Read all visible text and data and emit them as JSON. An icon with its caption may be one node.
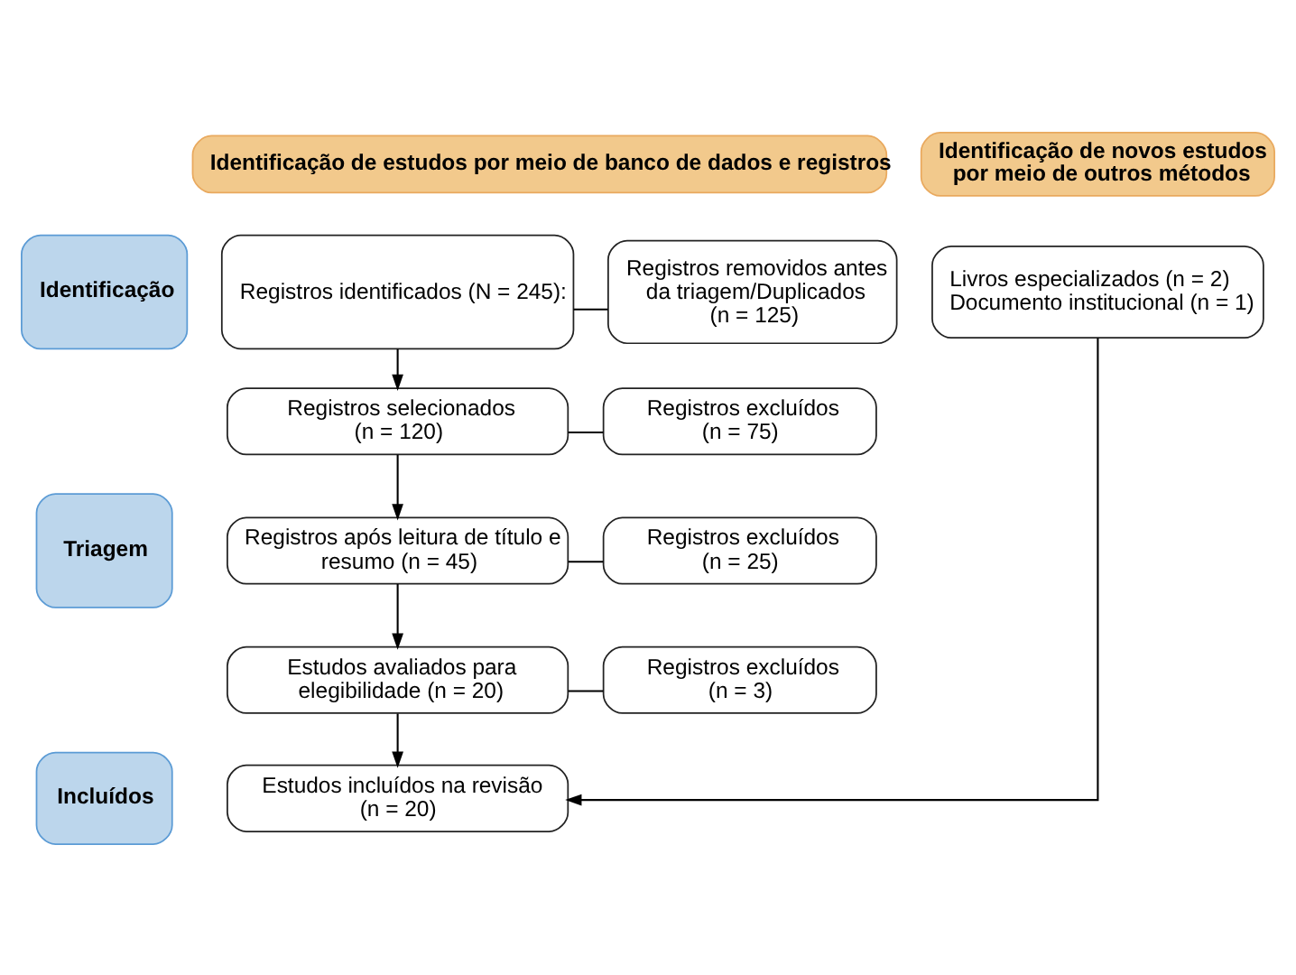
{
  "diagram": {
    "nodes": [
      {
        "text": [
          "Identificação de estudos por meio de banco de dados e registros"
        ]
      },
      {
        "text": [
          "Identificação de novos estudos por meio de outros métodos"
        ]
      },
      {
        "text": [
          "Identificação"
        ]
      },
      {
        "text": [
          "Registros identificados (N = 245):"
        ]
      },
      {
        "text": [
          "Registros removidos antes da triagem/Duplicados (n = 125)"
        ]
      },
      {
        "text": [
          "Livros especializados (n = 2)",
          "Documento institucional (n = 1)"
        ]
      },
      {
        "text": [
          "Triagem"
        ]
      },
      {
        "text": [
          "Registros selecionados (n = 120)"
        ]
      },
      {
        "text": [
          "Registros excluídos (n = 75)"
        ]
      },
      {
        "text": [
          "Registros após leitura de título e resumo (n = 45)"
        ]
      },
      {
        "text": [
          "Registros excluídos (n = 25)"
        ]
      },
      {
        "text": [
          "Estudos avaliados para elegibilidade (n = 20)"
        ]
      },
      {
        "text": [
          "Registros excluídos (n = 3)"
        ]
      },
      {
        "text": [
          "Incluídos"
        ]
      },
      {
        "text": [
          "Estudos incluídos na revisão (n = 20)"
        ]
      }
    ],
    "edges": [
      {
        "from": 3,
        "to": 4,
        "arrow": "none"
      },
      {
        "from": 3,
        "to": 7,
        "arrow": "to"
      },
      {
        "from": 7,
        "to": 8,
        "arrow": "none"
      },
      {
        "from": 7,
        "to": 9,
        "arrow": "to"
      },
      {
        "from": 9,
        "to": 10,
        "arrow": "none"
      },
      {
        "from": 9,
        "to": 11,
        "arrow": "to"
      },
      {
        "from": 11,
        "to": 12,
        "arrow": "none"
      },
      {
        "from": 11,
        "to": 14,
        "arrow": "to"
      },
      {
        "from": 5,
        "to": 14,
        "arrow": "to"
      }
    ]
  }
}
